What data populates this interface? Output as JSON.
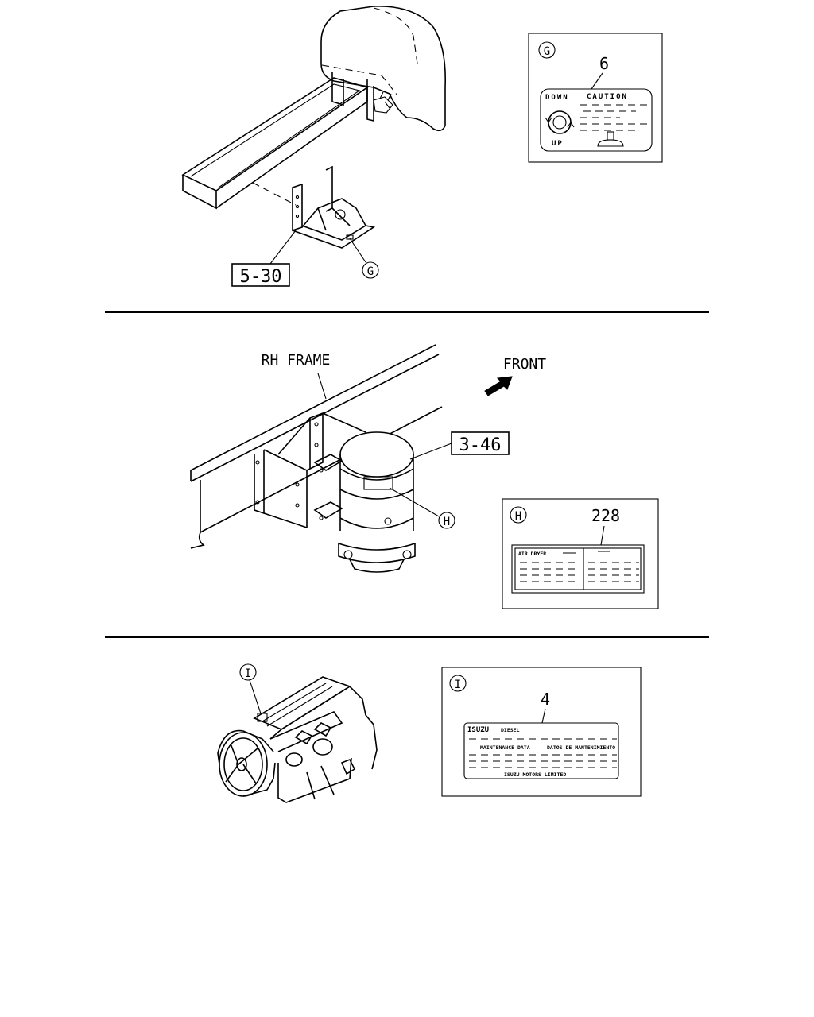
{
  "section_g": {
    "part_ref": "5-30",
    "callout": "G",
    "detail_callout": "G",
    "detail_qty": "6",
    "label_down": "DOWN",
    "label_caution": "CAUTION",
    "label_up": "UP"
  },
  "section_h": {
    "frame_label": "RH FRAME",
    "front_label": "FRONT",
    "part_ref": "3-46",
    "callout": "H",
    "detail_callout": "H",
    "detail_qty": "228",
    "label_air_dryer": "AIR DRYER"
  },
  "section_i": {
    "callout": "I",
    "detail_callout": "I",
    "detail_qty": "4",
    "label_isuzu": "ISUZU",
    "label_diesel": "DIESEL",
    "label_maint_data": "MAINTENANCE DATA",
    "label_datos": "DATOS DE MANTENIMIENTO",
    "label_motors": "ISUZU MOTORS LIMITED"
  }
}
